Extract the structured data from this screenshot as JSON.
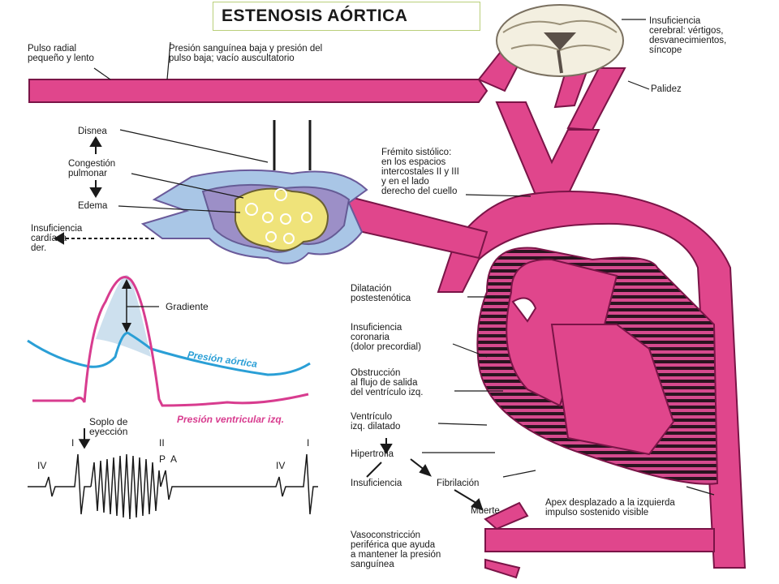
{
  "title": "ESTENOSIS AÓRTICA",
  "colors": {
    "artery": "#e0468c",
    "artery_outline": "#7a1447",
    "heart_dark": "#2a1420",
    "lung_yellow": "#efe37a",
    "lung_blue": "#a9c6e6",
    "lung_purple": "#9a86c2",
    "aortic_curve": "#2a9fd6",
    "ventricular_curve": "#d83c8f",
    "gradient_fill": "#cde0ee"
  },
  "labels": {
    "pulso_radial": "Pulso radial\npequeño y lento",
    "presion_baja": "Presión sanguínea baja y presión del\npulso baja; vacío auscultatorio",
    "insuficiencia_cerebral": "Insuficiencia\ncerebral: vértigos,\ndesvanecimientos,\nsíncope",
    "palidez": "Palidez",
    "disnea": "Disnea",
    "congestion": "Congestión\npulmonar",
    "edema": "Edema",
    "insuf_cardiaca": "Insuficiencia\ncardíaca\nder.",
    "fremito": "Frémito sistólico:\nen los espacios\nintercostales II y III\ny en el lado\nderecho del cuello",
    "dilatacion": "Dilatación\npostestenótica",
    "insuf_coronaria": "Insuficiencia\ncoronaria\n(dolor precordial)",
    "obstruccion": "Obstrucción\nal flujo de salida\ndel ventrículo izq.",
    "ventriculo": "Ventrículo\nizq. dilatado",
    "hipertrofia": "Hipertrofia",
    "insuficiencia": "Insuficiencia",
    "fibrilacion": "Fibrilación",
    "muerte": "Muerte",
    "apex": "Apex desplazado a la izquierda\nimpulso sostenido visible",
    "vasoconstriccion": "Vasoconstricción\nperiférica que ayuda\na mantener la presión\nsanguínea"
  },
  "pressure_graph": {
    "gradiente": "Gradiente",
    "presion_aortica": "Presión aórtica",
    "presion_ventricular": "Presión ventricular izq."
  },
  "ecg": {
    "soplo": "Soplo de\neyección",
    "IV_left": "IV",
    "I_left": "I",
    "II": "II",
    "P": "P",
    "A": "A",
    "IV_right": "IV",
    "I_right": "I"
  }
}
